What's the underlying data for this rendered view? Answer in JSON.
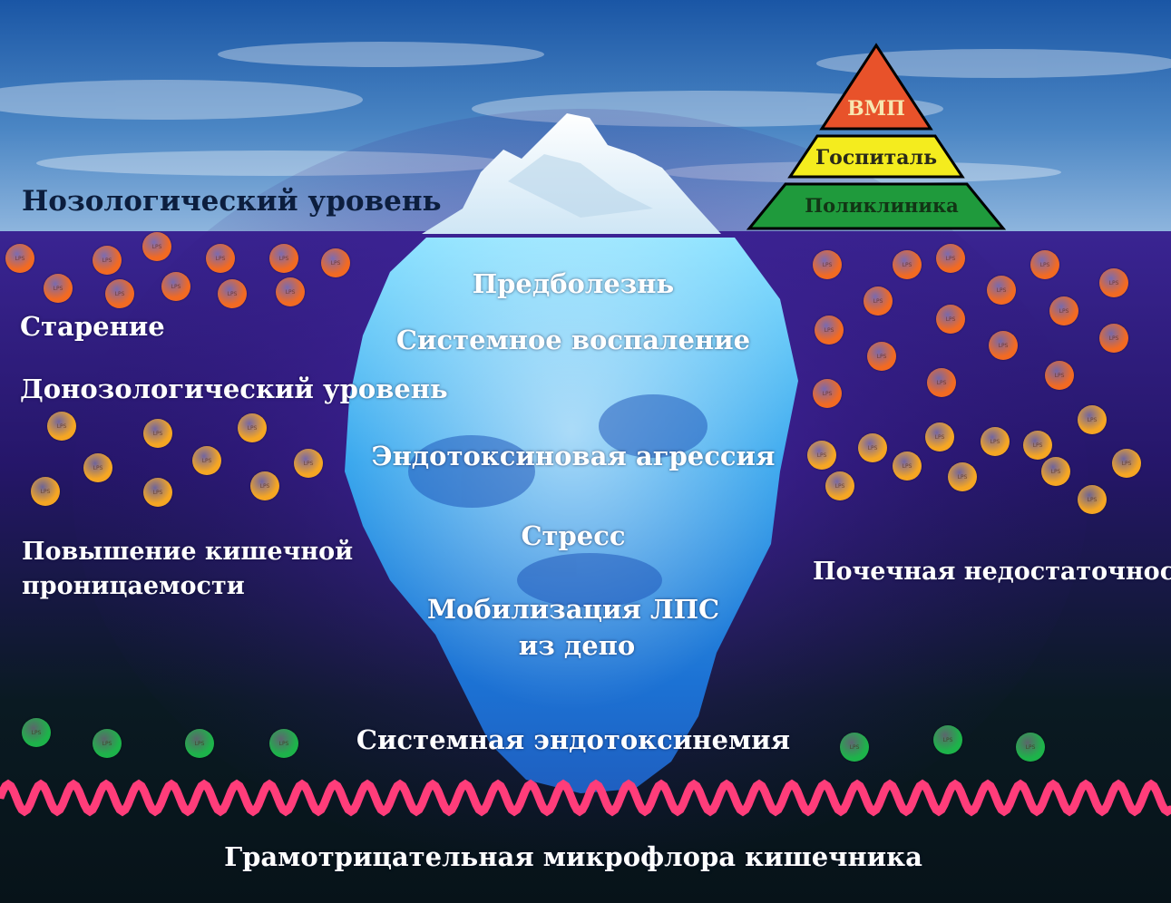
{
  "labels": {
    "nosological": "Нозологический уровень",
    "predisease": "Предболезнь",
    "aging": "Старение",
    "systemic_inflammation": "Системное воспаление",
    "prenosological": "Донозологический уровень",
    "endotoxin_aggression": "Эндотоксиновая агрессия",
    "stress": "Стресс",
    "permeability_line1": "Повышение кишечной",
    "permeability_line2": "проницаемости",
    "renal_failure": "Почечная недостаточность",
    "lps_mobilization_line1": "Мобилизация ЛПС",
    "lps_mobilization_line2": "из депо",
    "systemic_endotoxinemia": "Системная эндотоксинемия",
    "microflora": "Грамотрицательная микрофлора кишечника"
  },
  "pyramid": {
    "top": "ВМП",
    "middle": "Госпиталь",
    "bottom": "Поликлиника"
  },
  "particle_label": "LPS",
  "colors": {
    "sky_top": "#1c5aa8",
    "sea_top": "#3d1f8f",
    "deep": "#06121a",
    "particle_red": "#f26a22",
    "particle_orange": "#f5a623",
    "particle_green": "#1db34a",
    "wave": "#ff3d7a",
    "pyramid_top": "#e8522a",
    "pyramid_mid": "#f4ec1e",
    "pyramid_bottom": "#1f9a3c"
  }
}
